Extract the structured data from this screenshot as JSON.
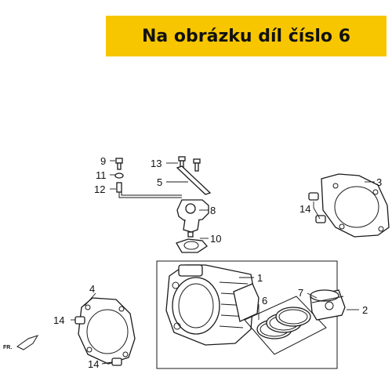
{
  "banner": {
    "text": "Na obrázku díl číslo 6",
    "color": "#f7c600"
  },
  "orientation_label": "FR.",
  "callouts": {
    "c1": "1",
    "c2": "2",
    "c3": "3",
    "c4": "4",
    "c5": "5",
    "c6": "6",
    "c7": "7",
    "c8": "8",
    "c9": "9",
    "c10": "10",
    "c11": "11",
    "c12": "12",
    "c13": "13",
    "c14a": "14",
    "c14b": "14",
    "c14c": "14"
  }
}
